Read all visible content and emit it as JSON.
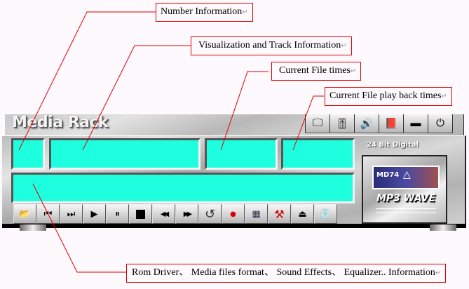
{
  "app": {
    "title": "Media Rack",
    "brand_label": "24 Bit Digital",
    "badge": {
      "disc_text": "MD74",
      "logo_text": "MP3 WAVE"
    },
    "lcd_color": "#1effe0"
  },
  "top_buttons": [
    {
      "name": "display",
      "icon": "monitor-icon",
      "glyph": "🖵"
    },
    {
      "name": "mixer",
      "icon": "mixer-slider-icon",
      "glyph": "🎚"
    },
    {
      "name": "speaker-settings",
      "icon": "speaker-icon",
      "glyph": "🔊"
    },
    {
      "name": "help",
      "icon": "help-book-icon",
      "glyph": "📕"
    },
    {
      "name": "minimize",
      "icon": "minimize-icon",
      "glyph": "▬"
    },
    {
      "name": "power",
      "icon": "power-icon",
      "glyph": "⏻"
    }
  ],
  "controls": [
    {
      "name": "open",
      "icon": "folder-open-icon",
      "glyph": "📂"
    },
    {
      "name": "previous",
      "icon": "skip-previous-icon",
      "glyph": "⏮"
    },
    {
      "name": "next",
      "icon": "skip-next-icon",
      "glyph": "⏭"
    },
    {
      "name": "play",
      "icon": "play-icon",
      "glyph": "▶"
    },
    {
      "name": "pause",
      "icon": "pause-icon",
      "glyph": "⏸"
    },
    {
      "name": "stop",
      "icon": "stop-icon",
      "glyph": "■"
    },
    {
      "name": "rewind",
      "icon": "rewind-icon",
      "glyph": "◀◀"
    },
    {
      "name": "fast-forward",
      "icon": "fast-forward-icon",
      "glyph": "▶▶"
    },
    {
      "name": "repeat",
      "icon": "repeat-icon",
      "glyph": "↺"
    },
    {
      "name": "record",
      "icon": "record-icon",
      "glyph": "●"
    },
    {
      "name": "equalizer",
      "icon": "equalizer-icon",
      "glyph": "▦"
    },
    {
      "name": "tools",
      "icon": "hammer-icon",
      "glyph": "⚒"
    },
    {
      "name": "eject",
      "icon": "eject-icon",
      "glyph": "⏏"
    },
    {
      "name": "cd-file",
      "icon": "cd-file-icon",
      "glyph": "💿"
    }
  ],
  "callouts": {
    "number_info": "Number Information",
    "visualization": "Visualization and Track Information",
    "current_times": "Current File times",
    "playback_times": "Current File play back times",
    "rom_driver": "Rom Driver、 Media files format、 Sound Effects、 Equalizer.. Information",
    "return_mark": "↵"
  }
}
